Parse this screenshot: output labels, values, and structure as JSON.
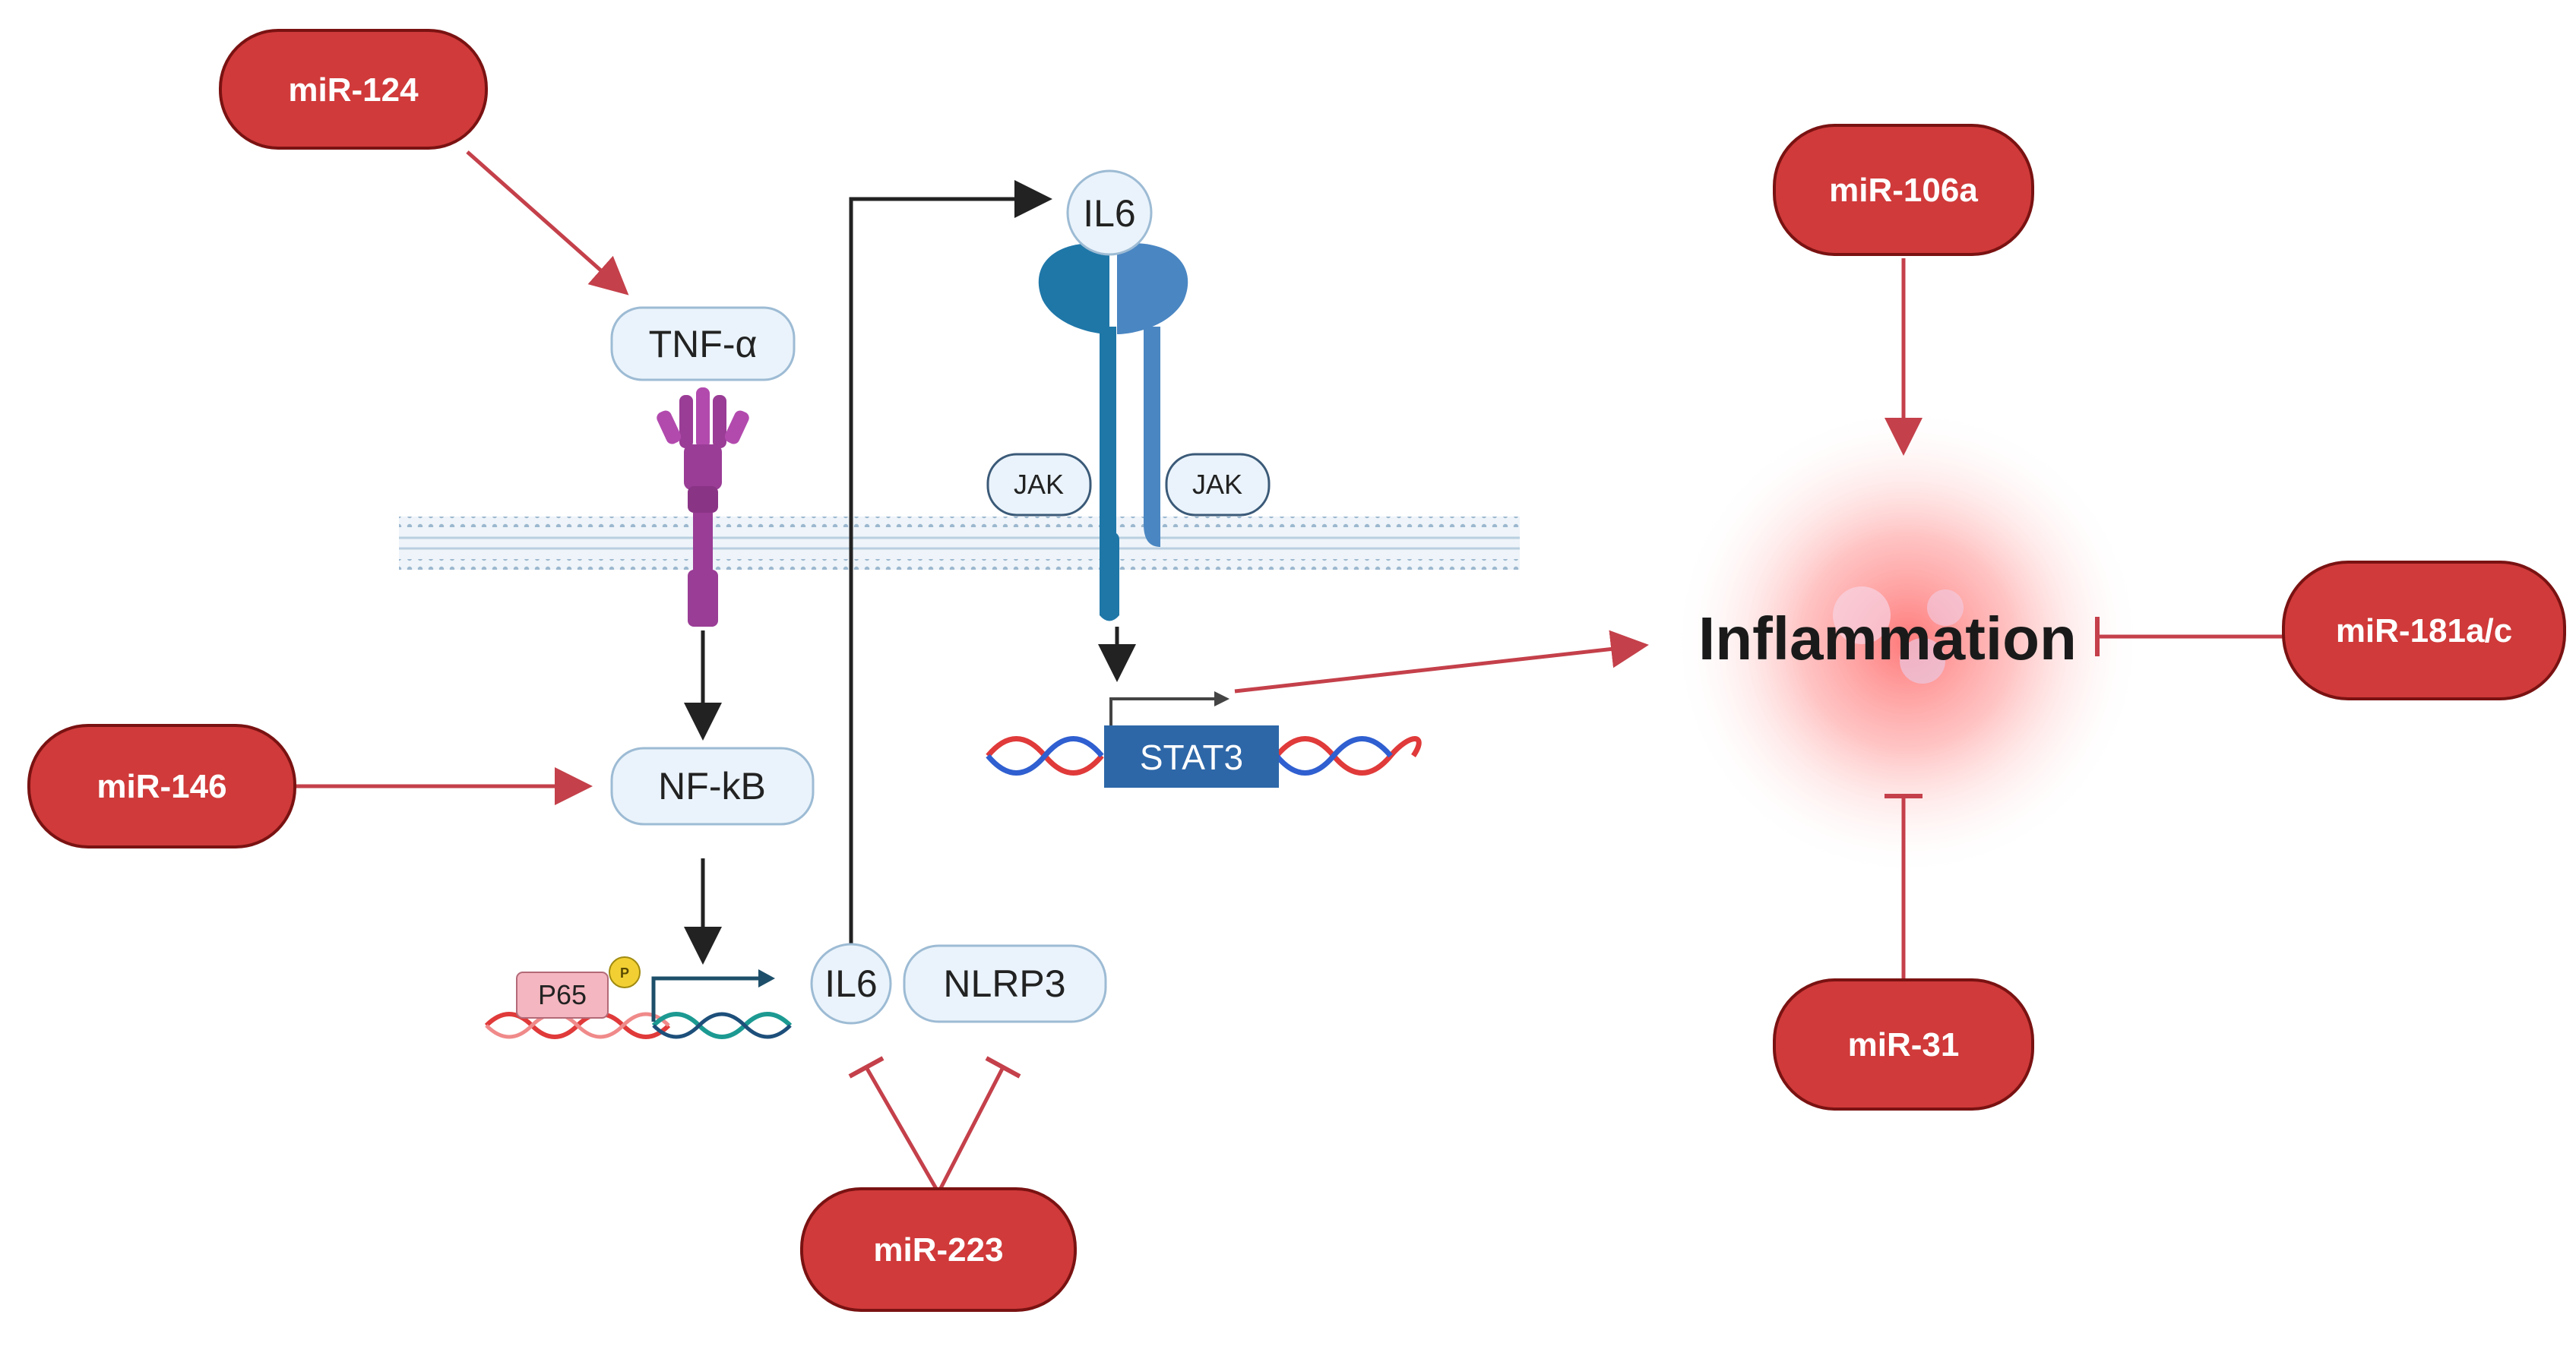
{
  "colors": {
    "mirna_fill": "#d03a3a",
    "mirna_stroke": "#7a1212",
    "red_arrow": "#c4404a",
    "black_arrow": "#222222",
    "node_fill": "#eaf3fb",
    "node_stroke": "#9dbbd4",
    "receptor_purple": "#9a3d96",
    "il6_receptor_dark": "#1f77a8",
    "il6_receptor_light": "#4a86c2",
    "stat3_box": "#2d67a8",
    "p65_fill": "#f4b6c0",
    "phospho": "#f2d033",
    "dna_red": "#e03a3a",
    "dna_blue": "#2f5fd0",
    "dna_teal": "#1c9a92",
    "inflammation_glow": "#ff5b5b"
  },
  "mirnas": {
    "mir124": "miR-124",
    "mir146": "miR-146",
    "mir223": "miR-223",
    "mir106a": "miR-106a",
    "mir181ac": "miR-181a/c",
    "mir31": "miR-31"
  },
  "nodes": {
    "tnf": "TNF-α",
    "nfkb": "NF-kB",
    "p65": "P65",
    "phospho": "P",
    "il6_gene": "IL6",
    "nlrp3": "NLRP3",
    "il6_ligand": "IL6",
    "jak_left": "JAK",
    "jak_right": "JAK",
    "stat3": "STAT3",
    "inflammation": "Inflammation"
  },
  "edges": [
    {
      "from": "miR-124",
      "to": "TNF-α",
      "type": "activation"
    },
    {
      "from": "miR-146",
      "to": "NF-kB",
      "type": "activation"
    },
    {
      "from": "miR-223",
      "to": "IL6",
      "type": "inhibition"
    },
    {
      "from": "miR-223",
      "to": "NLRP3",
      "type": "inhibition"
    },
    {
      "from": "TNF-α",
      "to": "NF-kB",
      "type": "activation"
    },
    {
      "from": "NF-kB",
      "to": "P65",
      "type": "activation"
    },
    {
      "from": "IL6",
      "to": "IL6 receptor",
      "type": "activation"
    },
    {
      "from": "IL6 receptor",
      "to": "STAT3",
      "type": "activation"
    },
    {
      "from": "STAT3",
      "to": "Inflammation",
      "type": "activation"
    },
    {
      "from": "miR-106a",
      "to": "Inflammation",
      "type": "activation"
    },
    {
      "from": "miR-181a/c",
      "to": "Inflammation",
      "type": "inhibition"
    },
    {
      "from": "miR-31",
      "to": "Inflammation",
      "type": "inhibition"
    }
  ]
}
